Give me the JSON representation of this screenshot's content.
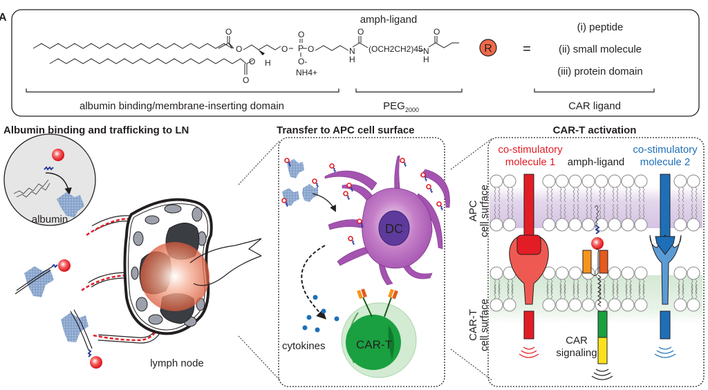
{
  "panel_letter": "A",
  "top_panel": {
    "title": "amph-ligand",
    "chem": {
      "o_carbonyl_1": "O",
      "o_ester_1": "O",
      "o_ester_2": "O",
      "o_carbonyl_2": "O",
      "h_stereo": "H",
      "o_phos_top": "O",
      "p": "P",
      "o_phos_left": "O",
      "o_phos_right": "O",
      "o_phos_bottom": "O-",
      "counterion": "NH4+",
      "n1": "N",
      "h1": "H",
      "o_carbamate": "O",
      "peg_repeat": "(OCH2CH2)45",
      "n2": "N",
      "h2": "H",
      "o_amide": "O",
      "r_group": "R",
      "equals": "="
    },
    "ligand_options": [
      "(i) peptide",
      "(ii) small molecule",
      "(iii) protein domain"
    ],
    "brackets": {
      "domain": "albumin binding/membrane-inserting domain",
      "peg": "PEG",
      "peg_sub": "2000",
      "car_ligand": "CAR ligand"
    }
  },
  "section1": {
    "title": "Albumin binding and trafficking to LN",
    "albumin_label": "albumin",
    "lymph_node_label": "lymph node"
  },
  "section2": {
    "title": "Transfer to APC cell surface",
    "dc_label": "DC",
    "cytokines_label": "cytokines",
    "cart_label": "CAR-T"
  },
  "section3": {
    "title": "CAR-T activation",
    "costim1": [
      "co-stimulatory",
      "molecule 1"
    ],
    "amph_ligand": "amph-ligand",
    "costim2": [
      "co-stimulatory",
      "molecule 2"
    ],
    "apc_surface": [
      "APC",
      "cell surface"
    ],
    "cart_surface": [
      "CAR-T",
      "cell surface"
    ],
    "car_signaling": [
      "CAR",
      "signaling"
    ]
  },
  "colors": {
    "red": "#e31d25",
    "blue": "#1e6fb8",
    "orange_r": "#ee6a4a",
    "dc_purple": "#a453b0",
    "cart_green": "#1aa040"
  }
}
